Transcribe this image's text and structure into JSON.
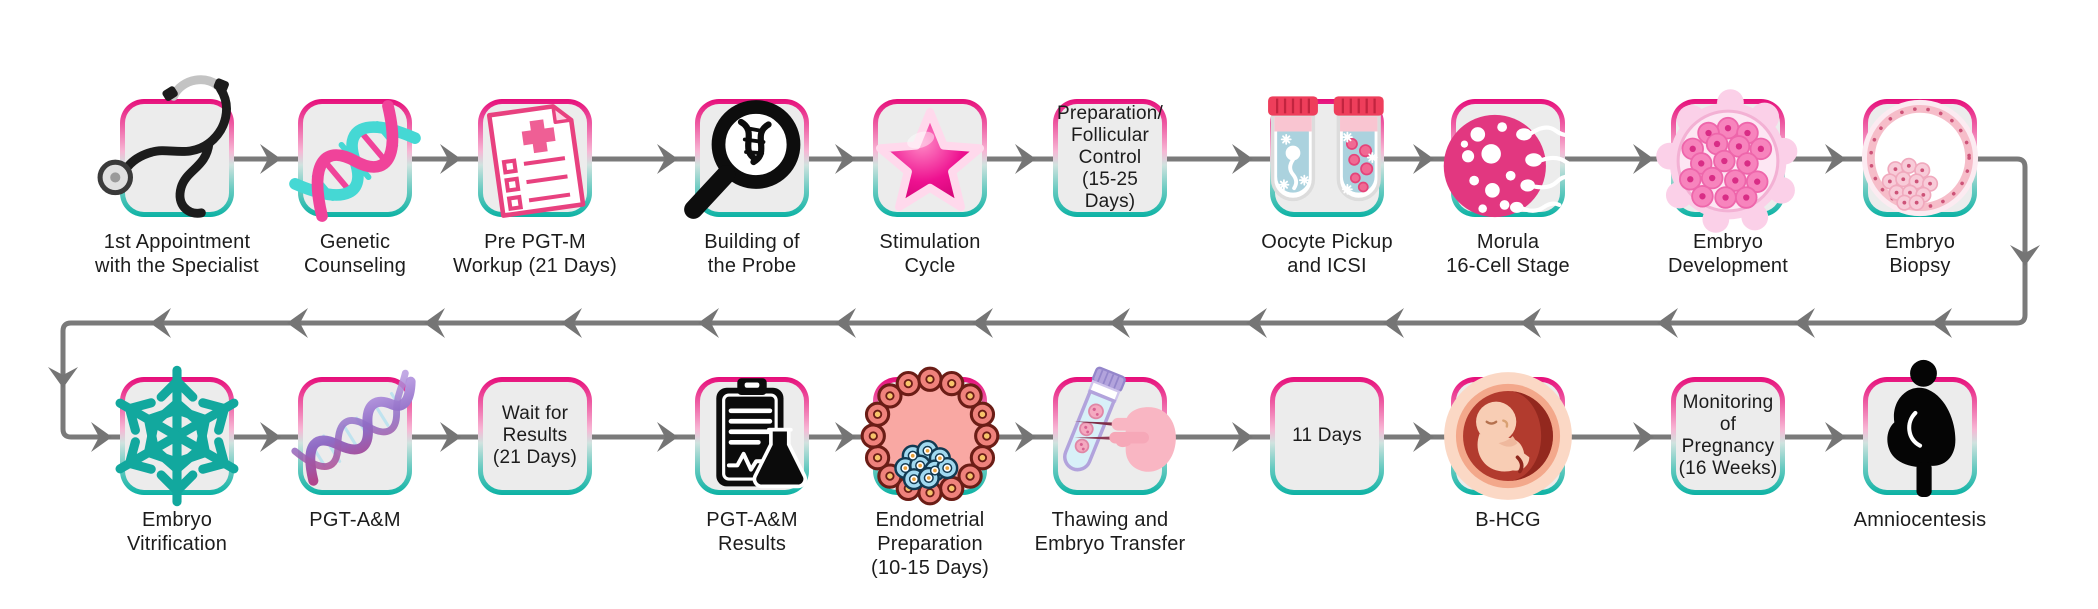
{
  "diagram": {
    "title_hint": "PGT-M / IVF process flowchart",
    "palette": {
      "background": "#ffffff",
      "box_background": "#ececec",
      "border_gradient_top": "#e60d7a",
      "border_gradient_bottom": "#0cb2a4",
      "arrow": "#7a7a7a",
      "label_text": "#1c1c1c",
      "pink_accent": "#e23780",
      "teal_accent": "#12a89e"
    },
    "rows": [
      {
        "name": "top",
        "direction": "left-to-right",
        "steps": [
          {
            "id": "first-appointment",
            "icon": "stethoscope",
            "label": "1st Appointment\nwith the Specialist"
          },
          {
            "id": "genetic-counseling",
            "icon": "dna-helix",
            "label": "Genetic\nCounseling"
          },
          {
            "id": "pre-pgtm-workup",
            "icon": "checklist-form",
            "label": "Pre PGT-M\nWorkup (21 Days)"
          },
          {
            "id": "building-probe",
            "icon": "magnifier-dna",
            "label": "Building of\nthe Probe"
          },
          {
            "id": "stimulation-cycle",
            "icon": "pink-star",
            "label": "Stimulation\nCycle"
          },
          {
            "id": "follicular-control",
            "icon": null,
            "label": null,
            "box_text": "Preparation/\nFollicular\nControl\n(15-25 Days)"
          },
          {
            "id": "oocyte-pickup-icsi",
            "icon": "cryovials",
            "label": "Oocyte Pickup\nand ICSI"
          },
          {
            "id": "morula-16-cell",
            "icon": "morula-sperm",
            "label": "Morula\n16-Cell Stage"
          },
          {
            "id": "embryo-development",
            "icon": "embryo-cells",
            "label": "Embryo\nDevelopment"
          },
          {
            "id": "embryo-biopsy",
            "icon": "blastocyst",
            "label": "Embryo\nBiopsy"
          }
        ]
      },
      {
        "name": "bottom",
        "direction": "left-to-right",
        "steps": [
          {
            "id": "embryo-vitrification",
            "icon": "snowflake",
            "label": "Embryo\nVitrification"
          },
          {
            "id": "pgt-am",
            "icon": "dna-spiral",
            "label": "PGT-A&M"
          },
          {
            "id": "wait-results",
            "icon": null,
            "label": null,
            "box_text": "Wait for\nResults\n(21 Days)"
          },
          {
            "id": "pgt-am-results",
            "icon": "clipboard-flask",
            "label": "PGT-A&M\nResults"
          },
          {
            "id": "endometrial-prep",
            "icon": "endometrium-blastocyst",
            "label": "Endometrial\nPreparation\n(10-15 Days)"
          },
          {
            "id": "thawing-transfer",
            "icon": "hand-tweezers-tube",
            "label": "Thawing and\nEmbryo Transfer"
          },
          {
            "id": "eleven-days",
            "icon": null,
            "label": null,
            "box_text": "11 Days"
          },
          {
            "id": "b-hcg",
            "icon": "fetus-womb",
            "label": "B-HCG"
          },
          {
            "id": "pregnancy-monitoring",
            "icon": null,
            "label": null,
            "box_text": "Monitoring\nof\nPregnancy\n(16 Weeks)"
          },
          {
            "id": "amniocentesis",
            "icon": "pregnant-woman",
            "label": "Amniocentesis"
          }
        ]
      }
    ]
  }
}
